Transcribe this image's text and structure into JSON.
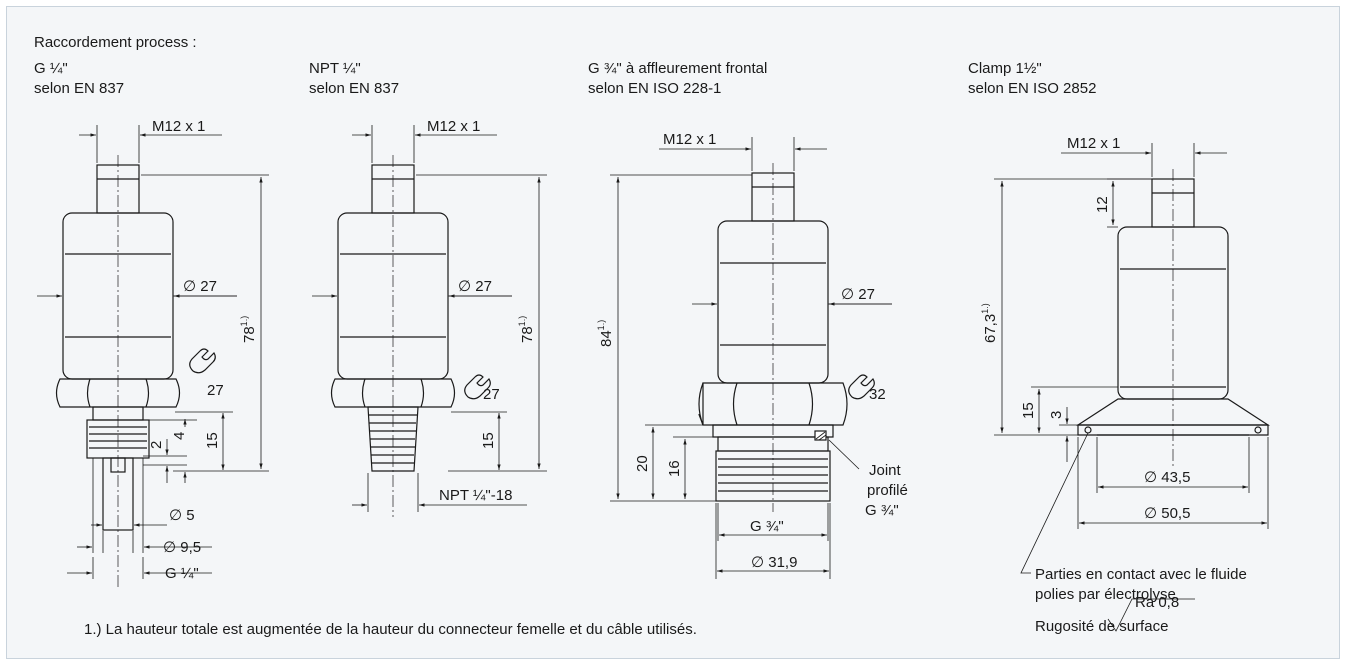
{
  "heading": "Raccordement process :",
  "views": [
    {
      "line1": "G ¼\"",
      "line2": "selon EN 837"
    },
    {
      "line1": "NPT ¼\"",
      "line2": "selon EN 837"
    },
    {
      "line1": "G ¾\" à affleurement frontal",
      "line2": "selon EN ISO 228-1"
    },
    {
      "line1": "Clamp 1½\"",
      "line2": "selon EN ISO 2852"
    }
  ],
  "dims": {
    "m12": "M12 x 1",
    "d27": "∅ 27",
    "h78": "78",
    "h84": "84",
    "h673": "67,3",
    "sup": "1.)",
    "w27": "27",
    "w32": "32",
    "n2": "2",
    "n4": "4",
    "n15": "15",
    "n16": "16",
    "n20": "20",
    "n12": "12",
    "n3": "3",
    "d5": "∅ 5",
    "d95": "∅ 9,5",
    "g14": "G ¼\"",
    "npt": "NPT ¼\"-18",
    "g34": "G ¾\"",
    "d319": "∅ 31,9",
    "d435": "∅ 43,5",
    "d505": "∅ 50,5"
  },
  "seal": {
    "l1": "Joint",
    "l2": "profilé",
    "l3": "G ¾\""
  },
  "contact": {
    "l1": "Parties en contact avec le fluide",
    "l2": "polies par électrolyse"
  },
  "rough": {
    "label": "Rugosité de surface",
    "value": "Ra 0,8"
  },
  "footnote": "1.) La hauteur totale est augmentée de la hauteur du connecteur femelle et du câble utilisés."
}
